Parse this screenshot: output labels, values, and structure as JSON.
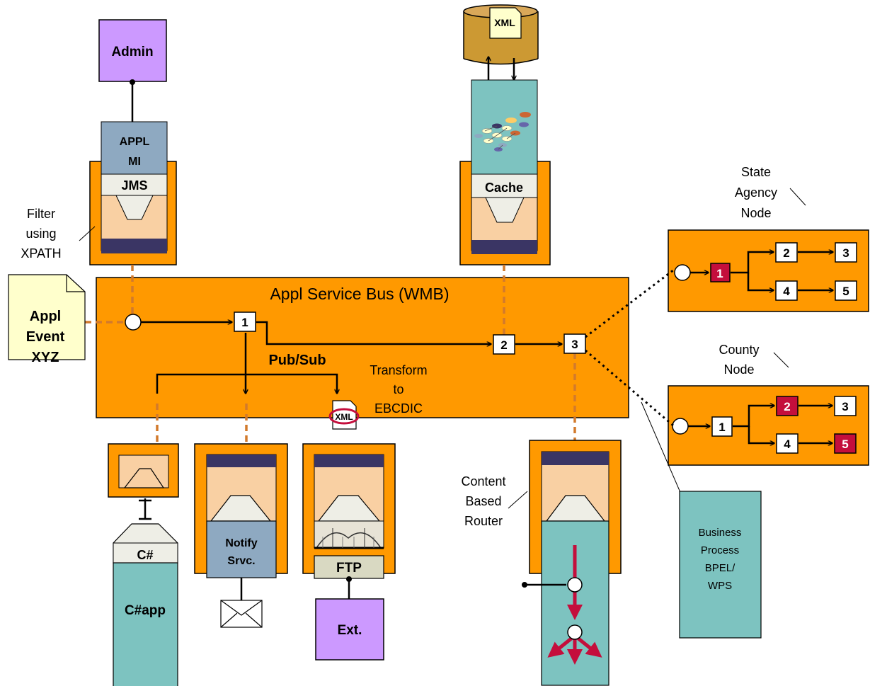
{
  "colors": {
    "orange": "#FF9900",
    "teal": "#7DC3C0",
    "purple": "#CC99FF",
    "peach": "#F9D0A3",
    "navy": "#3A3564",
    "cream": "#FFFFCC",
    "tan": "#D9D9C2",
    "crimson": "#C40E3C",
    "dashed_link": "#D27A2C"
  },
  "bus": {
    "title": "Appl Service Bus (WMB)",
    "pubsub": "Pub/Sub",
    "transform": [
      "Transform",
      "to",
      "EBCDIC"
    ],
    "steps": [
      "1",
      "2",
      "3"
    ]
  },
  "event": {
    "lines": [
      "Appl",
      "Event",
      "XYZ"
    ]
  },
  "admin": {
    "label": "Admin"
  },
  "appl_mi": {
    "lines": [
      "APPL",
      "MI"
    ]
  },
  "jms": {
    "label": "JMS"
  },
  "filter_note": {
    "lines": [
      "Filter",
      "using",
      "XPATH"
    ]
  },
  "xml_store": {
    "label": "XML"
  },
  "cache": {
    "label": "Cache"
  },
  "state_node": {
    "caption": [
      "State",
      "Agency",
      "Node"
    ],
    "steps": [
      "1",
      "2",
      "3",
      "4",
      "5"
    ]
  },
  "county_node": {
    "caption": [
      "County",
      "Node"
    ],
    "steps": [
      "1",
      "2",
      "3",
      "4",
      "5"
    ]
  },
  "csharp": {
    "label": "C#",
    "app": "C#app"
  },
  "notify": {
    "lines": [
      "Notify",
      "Srvc."
    ]
  },
  "ftp": {
    "label": "FTP",
    "xml_badge": "XML"
  },
  "ext": {
    "label": "Ext."
  },
  "cbr_note": {
    "lines": [
      "Content",
      "Based",
      "Router"
    ]
  },
  "bpel": {
    "lines": [
      "Business",
      "Process",
      "BPEL/",
      "WPS"
    ]
  }
}
